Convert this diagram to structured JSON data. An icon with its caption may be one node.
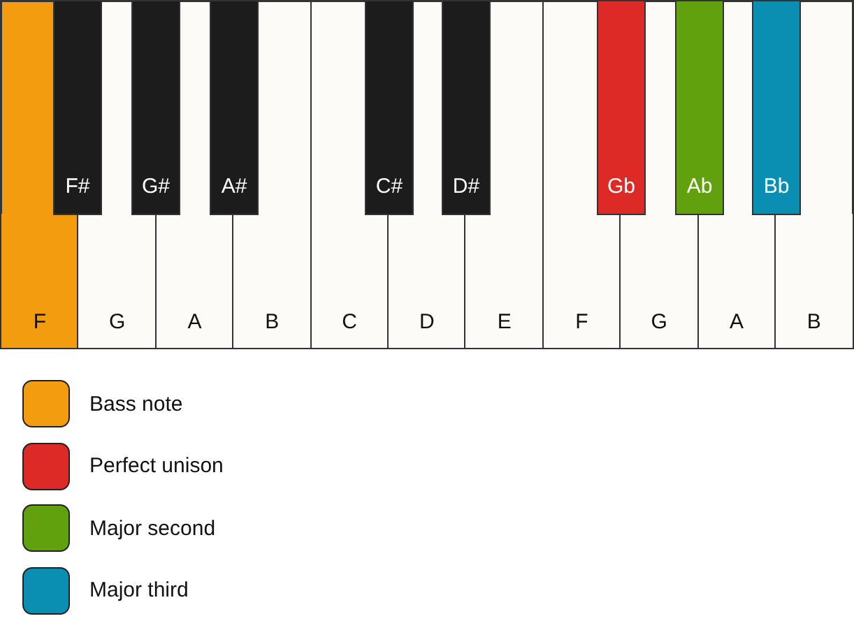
{
  "diagram": {
    "nodes": [
      {
        "text": [
          "F"
        ]
      },
      {
        "text": [
          "F#"
        ]
      },
      {
        "text": [
          "G"
        ]
      },
      {
        "text": [
          "G#"
        ]
      },
      {
        "text": [
          "A"
        ]
      },
      {
        "text": [
          "A#"
        ]
      },
      {
        "text": [
          "B"
        ]
      },
      {
        "text": [
          "C"
        ]
      },
      {
        "text": [
          "C#"
        ]
      },
      {
        "text": [
          "D"
        ]
      },
      {
        "text": [
          "D#"
        ]
      },
      {
        "text": [
          "E"
        ]
      },
      {
        "text": [
          "F"
        ]
      },
      {
        "text": [
          "Gb"
        ]
      },
      {
        "text": [
          "G"
        ]
      },
      {
        "text": [
          "Ab"
        ]
      },
      {
        "text": [
          "A"
        ]
      },
      {
        "text": [
          "Bb"
        ]
      },
      {
        "text": [
          "B"
        ]
      }
    ],
    "legend": [
      {
        "text": "Bass note",
        "color": "#f39c0f"
      },
      {
        "text": "Perfect unison",
        "color": "#dd2a27"
      },
      {
        "text": "Major second",
        "color": "#62a10e"
      },
      {
        "text": "Major third",
        "color": "#0a8fb3"
      }
    ]
  }
}
